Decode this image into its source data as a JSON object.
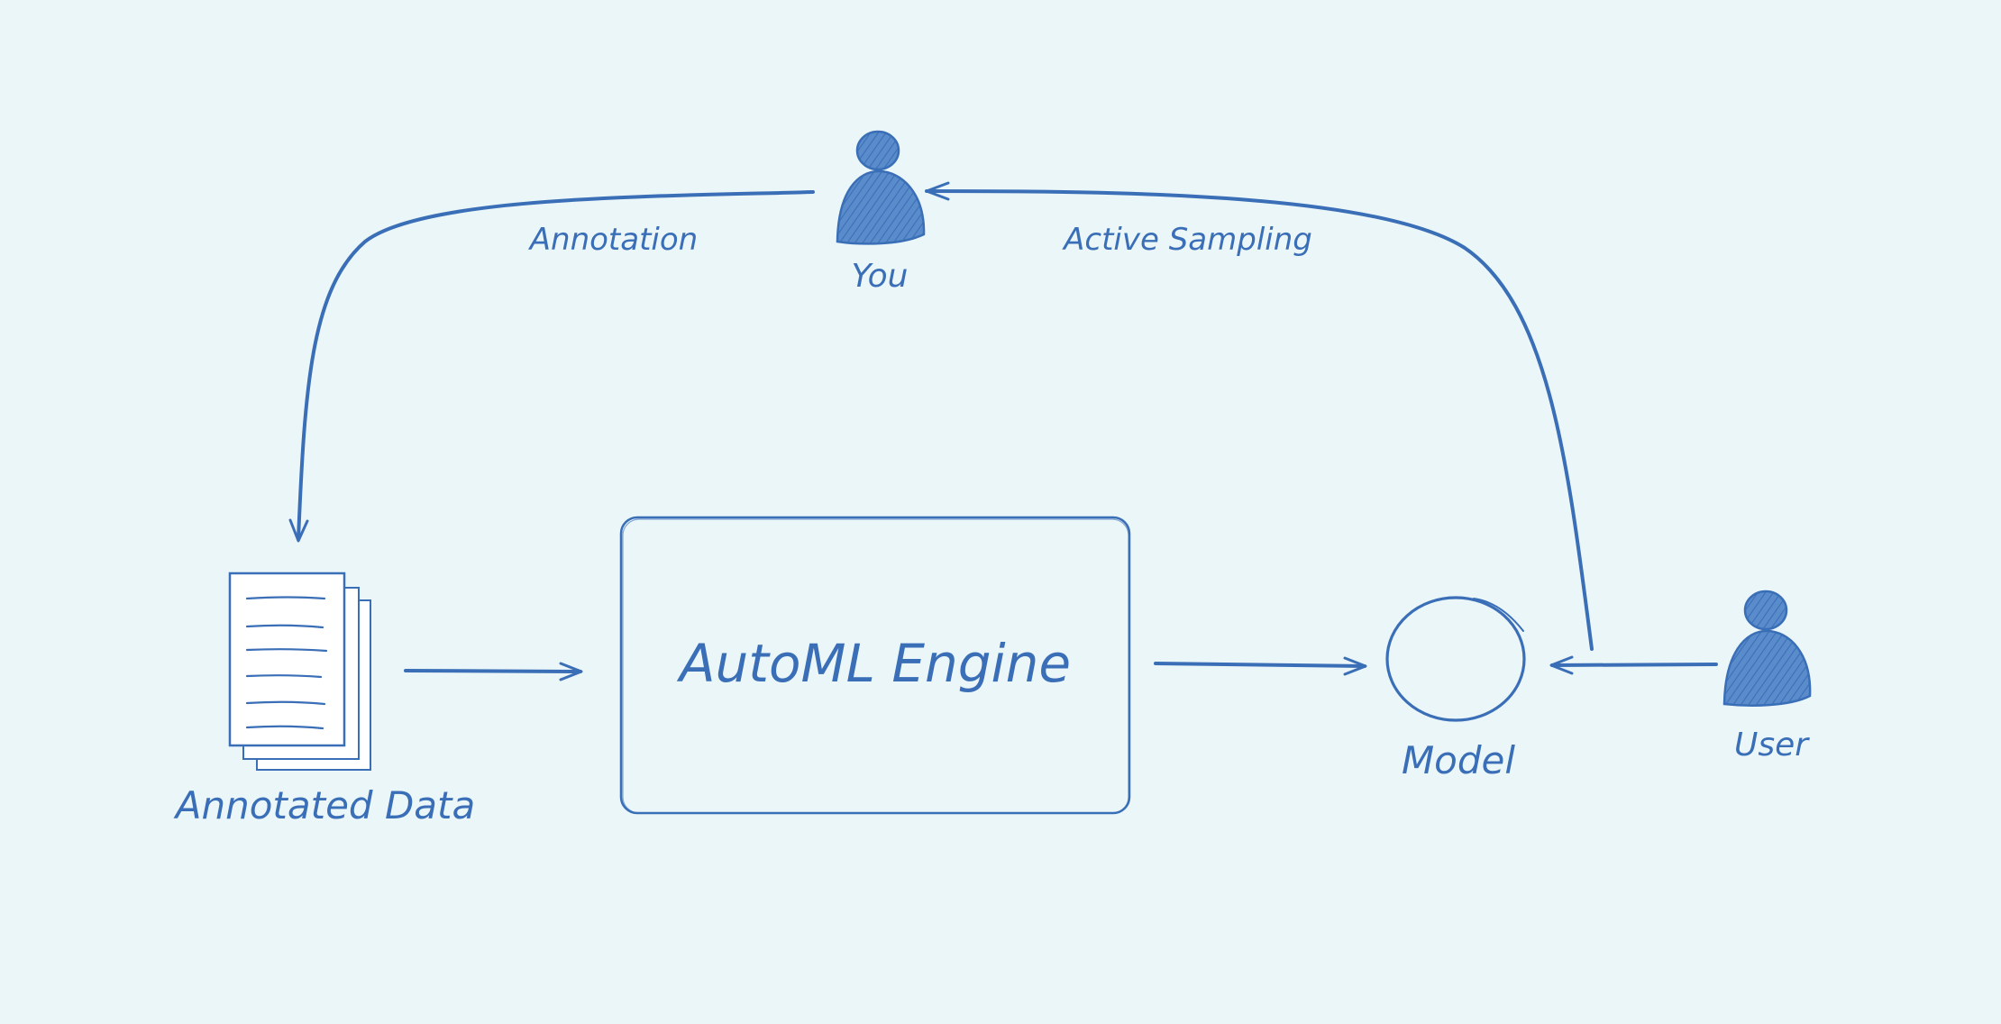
{
  "colors": {
    "background": "#ebf6f9",
    "ink": "#3a6fb7"
  },
  "nodes": {
    "you": {
      "label": "You",
      "icon": "person-icon"
    },
    "user": {
      "label": "User",
      "icon": "person-icon"
    },
    "annotated_data": {
      "label": "Annotated Data",
      "icon": "document-stack-icon"
    },
    "engine": {
      "label": "AutoML Engine"
    },
    "model": {
      "label": "Model",
      "icon": "circle-icon"
    }
  },
  "edges": {
    "annotation": {
      "label": "Annotation",
      "from": "You",
      "to": "Annotated Data"
    },
    "active_sampling": {
      "label": "Active Sampling",
      "from": "Model",
      "to": "You"
    },
    "data_to_engine": {
      "from": "Annotated Data",
      "to": "AutoML Engine"
    },
    "engine_to_model": {
      "from": "AutoML Engine",
      "to": "Model"
    },
    "user_to_model": {
      "from": "User",
      "to": "Model"
    }
  }
}
